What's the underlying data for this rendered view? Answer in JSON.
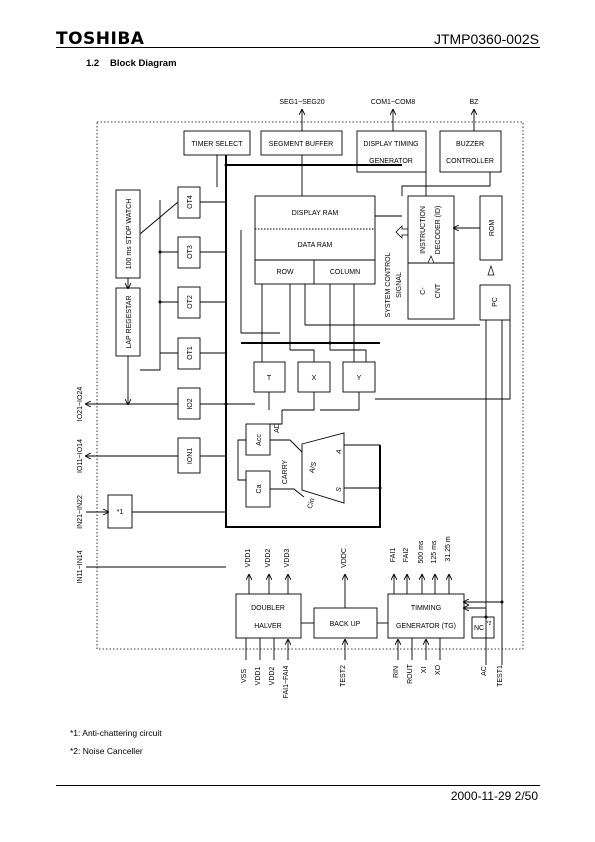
{
  "header": {
    "logo": "TOSHIBA",
    "doc_number": "JTMP0360-002S"
  },
  "section": {
    "number": "1.2",
    "title": "Block Diagram"
  },
  "diagram": {
    "top_labels": {
      "seg": "SEG1~SEG20",
      "com": "COM1~COM8",
      "bz": "BZ"
    },
    "blocks": {
      "timer_select": "TIMER SELECT",
      "segment_buffer": "SEGMENT BUFFER",
      "display_timing_1": "DISPLAY TIMING",
      "display_timing_2": "GENERATOR",
      "buzzer_1": "BUZZER",
      "buzzer_2": "CONTROLLER",
      "stopwatch": "100 ms STOP WATCH",
      "lap_register": "LAP REGESTAR",
      "ot4": "OT4",
      "ot3": "OT3",
      "ot2": "OT2",
      "ot1": "OT1",
      "io2": "IO2",
      "ion1": "ION1",
      "star1": "*1",
      "display_ram": "DISPLAY RAM",
      "data_ram": "DATA RAM",
      "row": "ROW",
      "column": "COLUMN",
      "system_control_1": "SYSTEM CONTROL",
      "system_control_2": "SIGNAL",
      "instruction_1": "INSTRUCTION",
      "instruction_2": "DECODER (ID)",
      "c_cnt_1": "C-",
      "c_cnt_2": "CNT",
      "rom": "ROM",
      "pc": "PC",
      "t": "T",
      "x": "X",
      "y": "Y",
      "acc": "Acc",
      "ad": "AD",
      "carry": "CARRY",
      "ca": "Ca",
      "cin": "Cin",
      "alu_as": "A/S",
      "alu_a": "A",
      "alu_s": "S",
      "doubler": "DOUBLER",
      "halver": "HALVER",
      "backup": "BACK UP",
      "timing_1": "TIMMING",
      "timing_2": "GENERATOR (TG)",
      "nc": "NC",
      "nc_sup": "*2"
    },
    "side_labels": {
      "io21": "IO21~IO24",
      "io11": "IO11~IO14",
      "in21": "IN21~IN22",
      "in11": "IN11~IN14"
    },
    "mid_labels": {
      "vdd1": "VDD1",
      "vdd2": "VDD2",
      "vdd3": "VDD3",
      "vddc": "VDDC",
      "fai1": "FAI1",
      "fai2": "FAI2",
      "ms500": "500 ms",
      "ms125": "125 ms",
      "ms31": "31.25 m"
    },
    "bottom_labels": {
      "vss": "VSS",
      "vdd1": "VDD1",
      "vdd2": "VDD2",
      "fai": "FAI1~FAI4",
      "test2": "TEST2",
      "rin": "RIN",
      "rout": "ROUT",
      "xi": "XI",
      "xo": "XO",
      "ac": "AC",
      "test1": "TEST1"
    }
  },
  "notes": [
    "*1: Anti-chattering circuit",
    "*2: Noise Canceller"
  ],
  "footer": {
    "date_page": "2000-11-29   2/50"
  }
}
